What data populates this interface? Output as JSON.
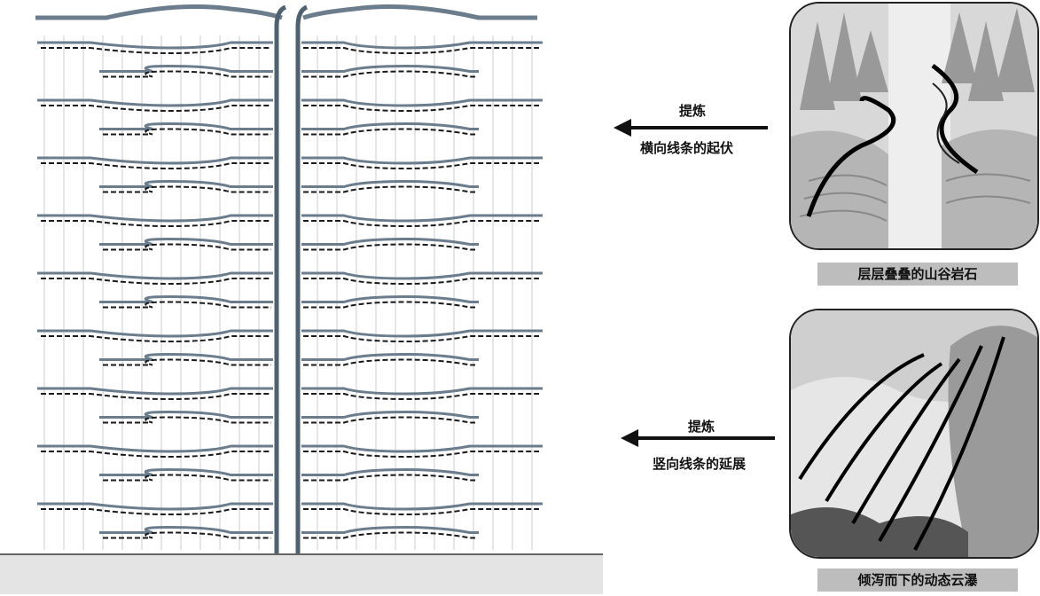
{
  "process_top": {
    "verb": "提炼",
    "result": "横向线条的起伏",
    "source_caption": "层层叠叠的山谷岩石"
  },
  "process_bottom": {
    "verb": "提炼",
    "result": "竖向线条的延展",
    "source_caption": "倾泻而下的动态云瀑"
  },
  "colors": {
    "slab": "#6b7d8c",
    "dashed": "#1a1a1a",
    "frame": "#c9ced3",
    "spine": "#4f6070",
    "arrow": "#111111",
    "caption_bg": "#bdbdbd"
  }
}
